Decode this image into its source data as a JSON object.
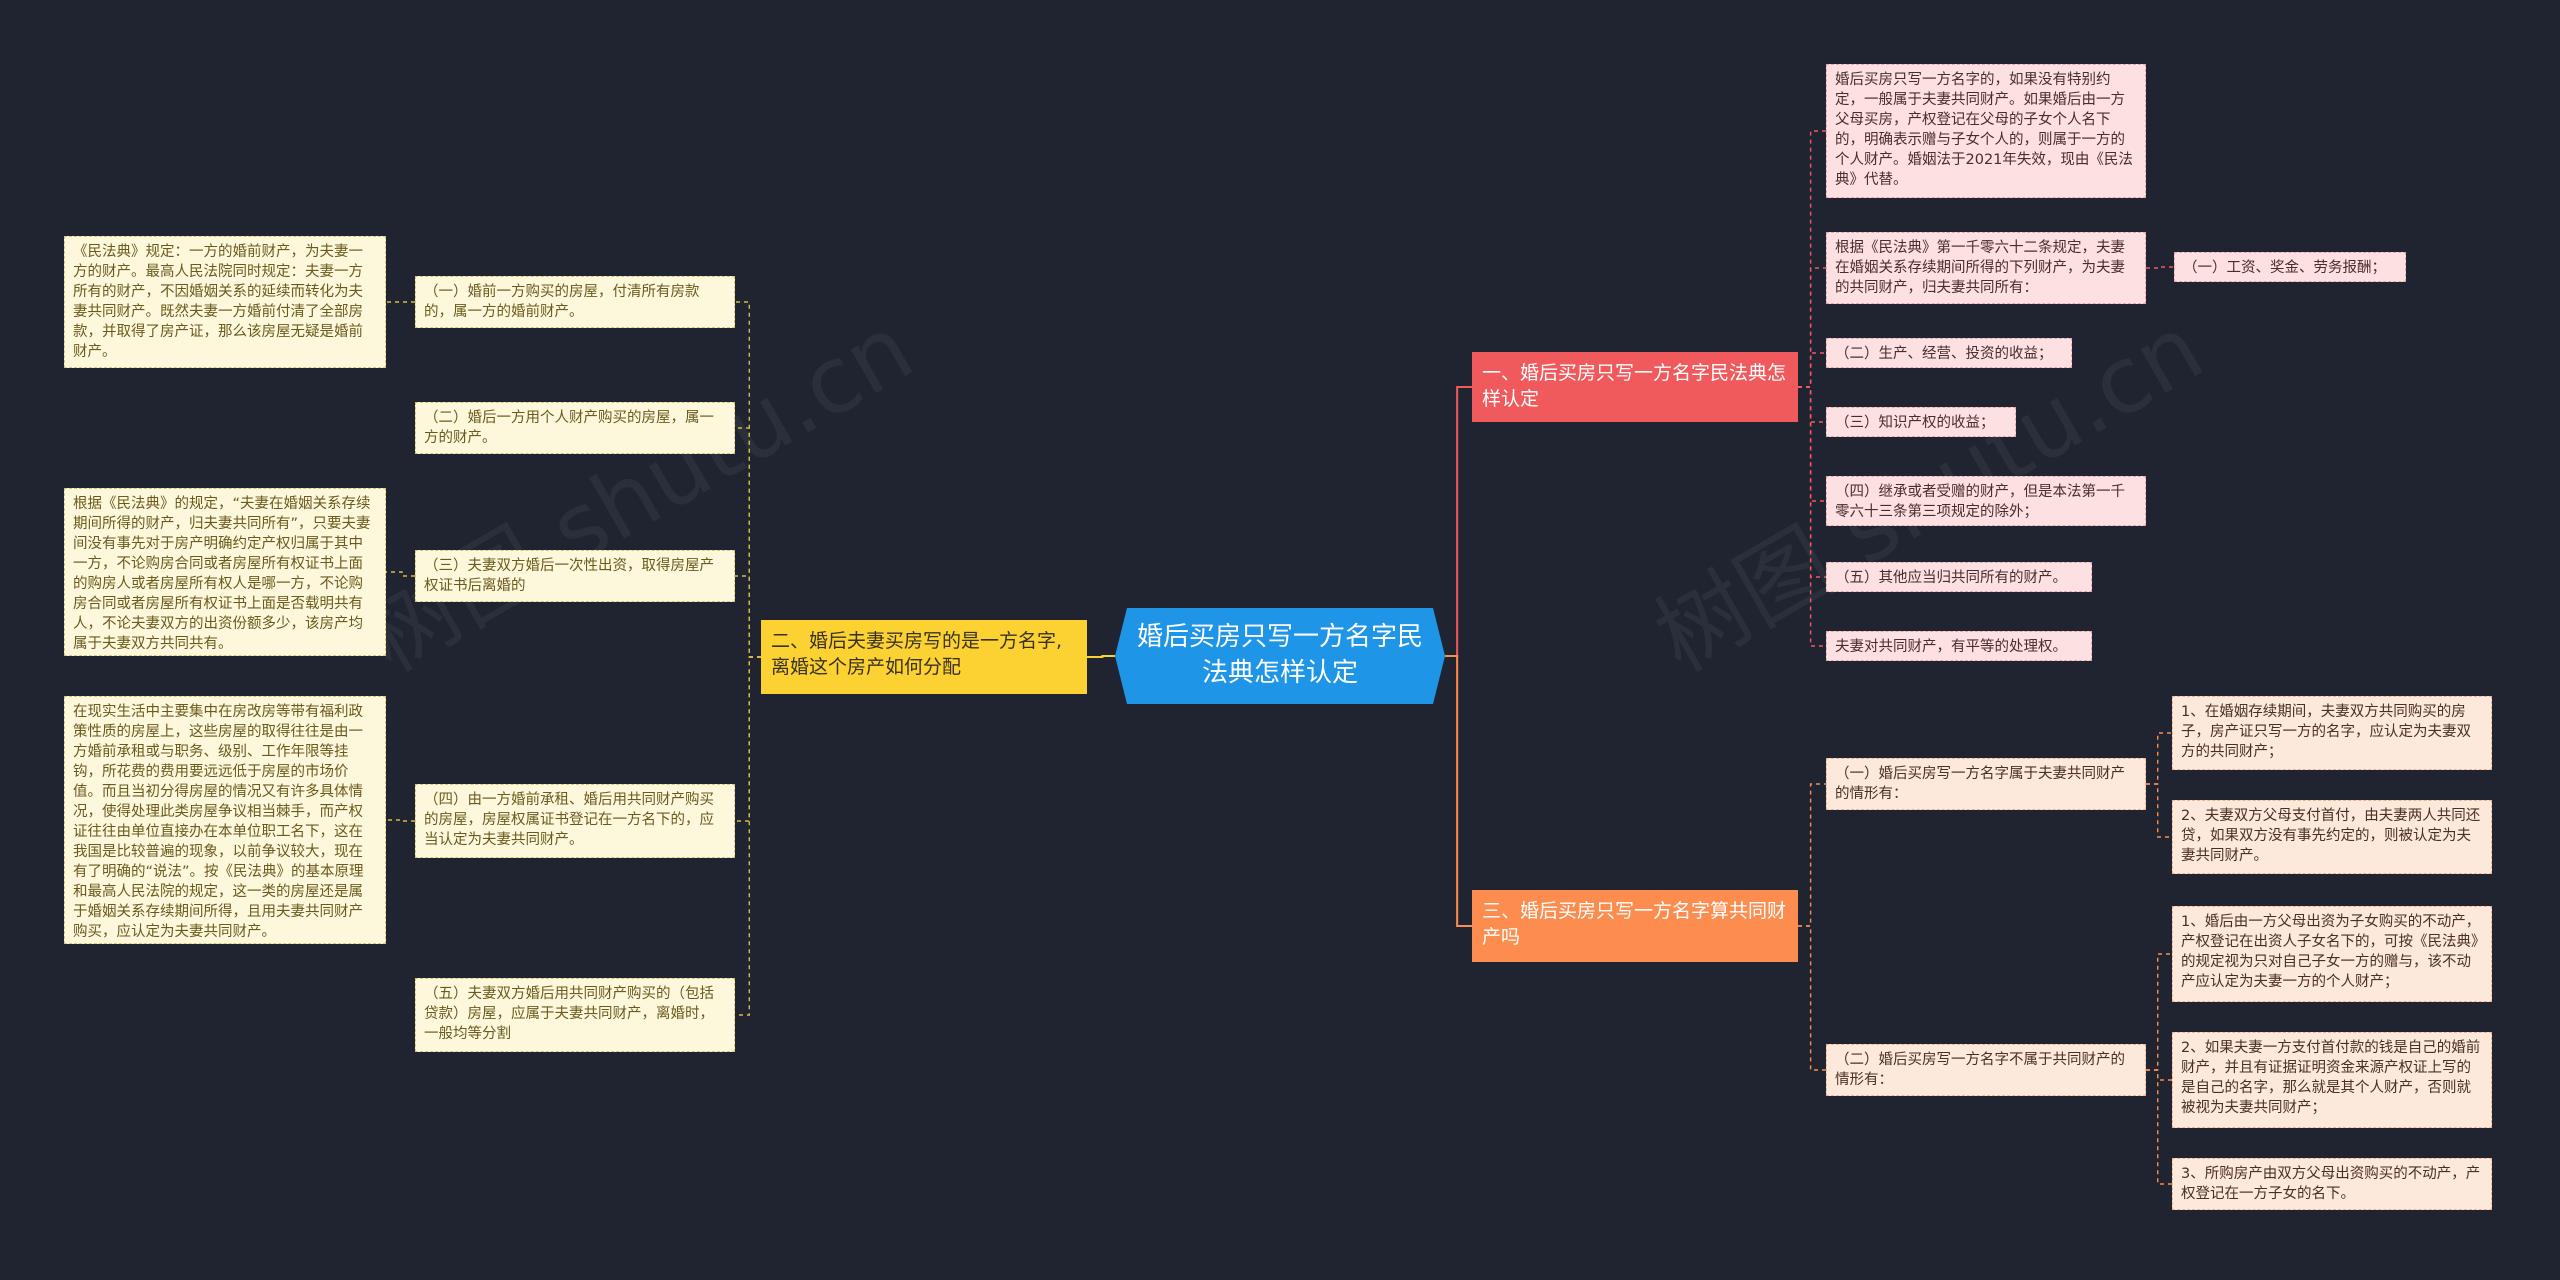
{
  "root": "婚后买房只写一方名字民法典怎样认定",
  "watermarks": [
    "树图 shutu.cn",
    "树图 shutu.cn"
  ],
  "branch1": {
    "title": "一、婚后买房只写一方名字民法典怎样认定",
    "items": [
      "婚后买房只写一方名字的，如果没有特别约定，一般属于夫妻共同财产。如果婚后由一方父母买房，产权登记在父母的子女个人名下的，明确表示赠与子女个人的，则属于一方的个人财产。婚姻法于2021年失效，现由《民法典》代替。",
      "根据《民法典》第一千零六十二条规定，夫妻在婚姻关系存续期间所得的下列财产，为夫妻的共同财产，归夫妻共同所有：",
      "（二）生产、经营、投资的收益；",
      "（三）知识产权的收益；",
      "（四）继承或者受赠的财产，但是本法第一千零六十三条第三项规定的除外；",
      "（五）其他应当归共同所有的财产。",
      "夫妻对共同财产，有平等的处理权。"
    ],
    "sub": "（一）工资、奖金、劳务报酬；"
  },
  "branch2": {
    "title": "二、婚后夫妻买房写的是一方名字,离婚这个房产如何分配",
    "items": [
      "（一）婚前一方购买的房屋，付清所有房款的，属一方的婚前财产。",
      "（二）婚后一方用个人财产购买的房屋，属一方的财产。",
      "（三）夫妻双方婚后一次性出资，取得房屋产权证书后离婚的",
      "（四）由一方婚前承租、婚后用共同财产购买的房屋，房屋权属证书登记在一方名下的，应当认定为夫妻共同财产。",
      "（五）夫妻双方婚后用共同财产购买的（包括贷款）房屋，应属于夫妻共同财产，离婚时，一般均等分割"
    ],
    "notes": [
      "《民法典》规定：一方的婚前财产，为夫妻一方的财产。最高人民法院同时规定：夫妻一方所有的财产，不因婚姻关系的延续而转化为夫妻共同财产。既然夫妻一方婚前付清了全部房款，并取得了房产证，那么该房屋无疑是婚前财产。",
      "根据《民法典》的规定，“夫妻在婚姻关系存续期间所得的财产，归夫妻共同所有”，只要夫妻间没有事先对于房产明确约定产权归属于其中一方，不论购房合同或者房屋所有权证书上面的购房人或者房屋所有权人是哪一方，不论购房合同或者房屋所有权证书上面是否载明共有人，不论夫妻双方的出资份额多少，该房产均属于夫妻双方共同共有。",
      "在现实生活中主要集中在房改房等带有福利政策性质的房屋上，这些房屋的取得往往是由一方婚前承租或与职务、级别、工作年限等挂钩，所花费的费用要远远低于房屋的市场价值。而且当初分得房屋的情况又有许多具体情况，使得处理此类房屋争议相当棘手，而产权证往往由单位直接办在本单位职工名下，这在我国是比较普遍的现象，以前争议较大，现在有了明确的“说法”。按《民法典》的基本原理和最高人民法院的规定，这一类的房屋还是属于婚姻关系存续期间所得，且用夫妻共同财产购买，应认定为夫妻共同财产。"
    ]
  },
  "branch3": {
    "title": "三、婚后买房只写一方名字算共同财产吗",
    "groups": [
      {
        "label": "（一）婚后买房写一方名字属于夫妻共同财产的情形有：",
        "items": [
          "1、在婚姻存续期间，夫妻双方共同购买的房子，房产证只写一方的名字，应认定为夫妻双方的共同财产；",
          "2、夫妻双方父母支付首付，由夫妻两人共同还贷，如果双方没有事先约定的，则被认定为夫妻共同财产。"
        ]
      },
      {
        "label": "（二）婚后买房写一方名字不属于共同财产的情形有：",
        "items": [
          "1、婚后由一方父母出资为子女购买的不动产，产权登记在出资人子女名下的，可按《民法典》的规定视为只对自己子女一方的赠与，该不动产应认定为夫妻一方的个人财产；",
          "2、如果夫妻一方支付首付款的钱是自己的婚前财产，并且有证据证明资金来源产权证上写的是自己的名字，那么就是其个人财产，否则就被视为夫妻共同财产；",
          "3、所购房产由双方父母出资购买的不动产，产权登记在一方子女的名下。"
        ]
      }
    ]
  },
  "colors": {
    "background": "#1f2430",
    "root": "#1e95e6",
    "branch1": "#f15a5c",
    "branch2": "#fcd233",
    "branch3": "#fc8d4f"
  }
}
